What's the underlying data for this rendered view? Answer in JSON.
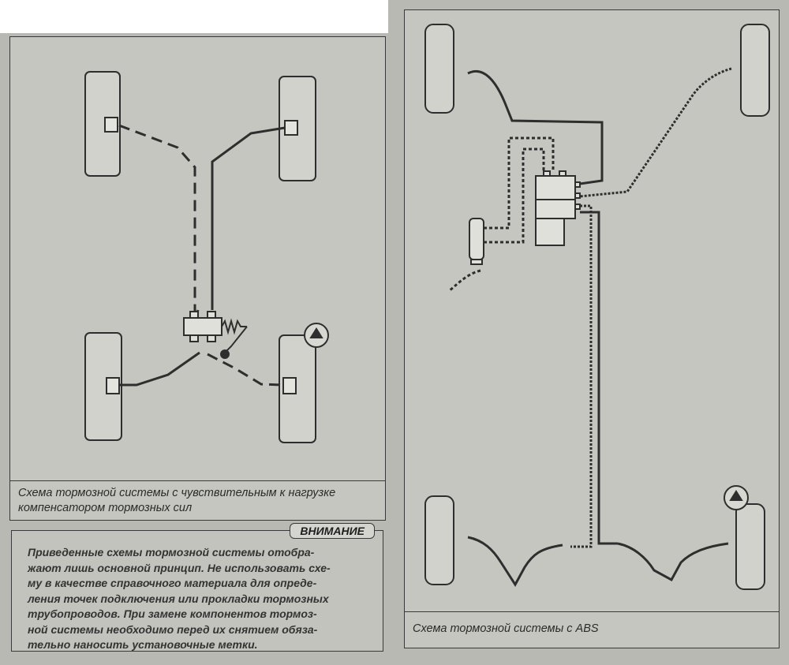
{
  "left_diagram": {
    "caption_lines": [
      "Схема тормозной системы с чувствительным к нагрузке",
      "компенсатором тормозных сил"
    ]
  },
  "right_diagram": {
    "caption": "Схема тормозной системы с ABS"
  },
  "warning": {
    "label": "ВНИМАНИЕ",
    "lines": [
      "Приведенные схемы тормозной системы отобра-",
      "жают лишь основной принцип. Не использовать схе-",
      "му в качестве справочного материала для опреде-",
      "ления точек подключения или прокладки тормозных",
      "трубопроводов. При замене компонентов тормоз-",
      "ной системы необходимо перед их снятием обяза-",
      "тельно наносить установочные метки."
    ]
  },
  "colors": {
    "line": "#2e2e2e",
    "panel": "#c6c6c1",
    "background": "#b9b9b4"
  },
  "icons": [
    "manufacturer-logo-icon"
  ]
}
